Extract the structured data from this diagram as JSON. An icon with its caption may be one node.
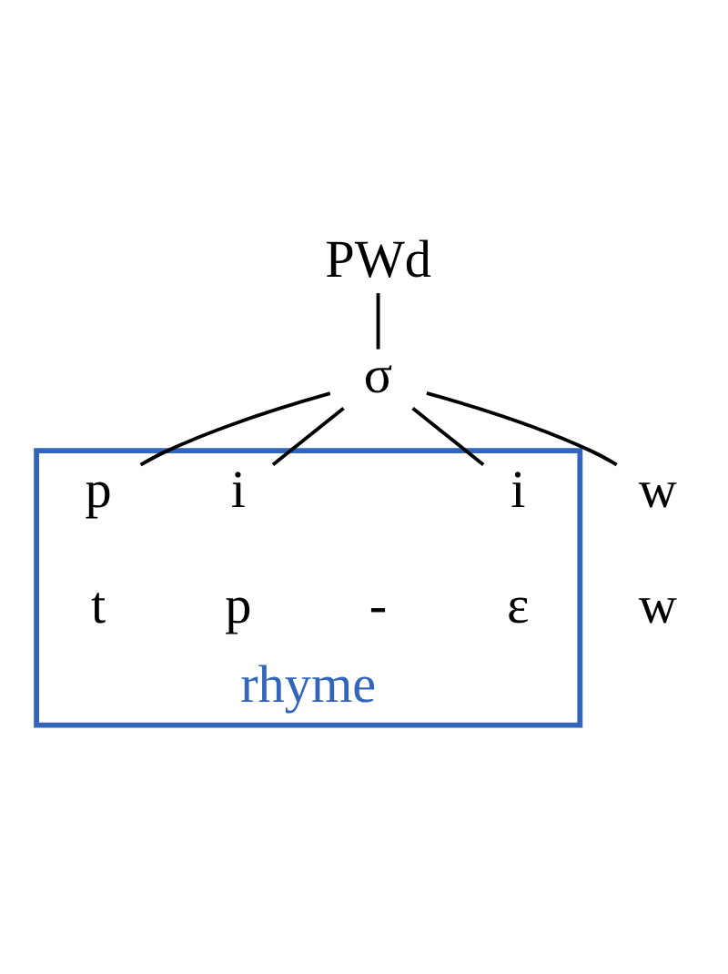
{
  "diagram": {
    "nodes": [
      {
        "text": [
          "PWd"
        ]
      },
      {
        "text": [
          "σ"
        ]
      },
      {
        "text": [
          "rhyme"
        ]
      },
      {
        "text": [
          "w"
        ]
      },
      {
        "text": [
          "i"
        ],
        "in": 2
      },
      {
        "text": [
          "i"
        ],
        "in": 2
      },
      {
        "text": [
          "p"
        ],
        "in": 2
      }
    ],
    "edges": [
      {
        "from": 0,
        "to": 1,
        "arrow": "none"
      },
      {
        "from": 1,
        "to": 3,
        "arrow": "none"
      },
      {
        "from": 1,
        "to": 4,
        "arrow": "none"
      },
      {
        "from": 1,
        "to": 5,
        "arrow": "none"
      },
      {
        "from": 1,
        "to": 6,
        "arrow": "none"
      }
    ],
    "labels": [
      "w",
      "ε",
      "p",
      "-",
      "t"
    ]
  }
}
